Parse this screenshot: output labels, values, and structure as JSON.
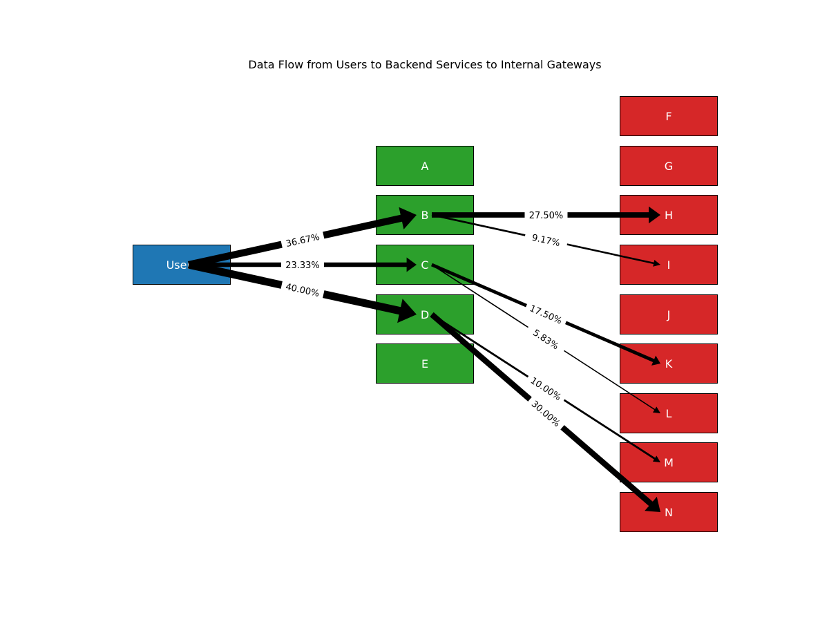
{
  "title": "Data Flow from Users to Backend Services to Internal Gateways",
  "colors": {
    "source": "#1f77b4",
    "service": "#2ca02c",
    "gateway": "#d62728",
    "edge": "#000000",
    "node_text": "#ffffff"
  },
  "nodes": [
    {
      "id": "Users",
      "label": "Users",
      "group": "source"
    },
    {
      "id": "A",
      "label": "A",
      "group": "service"
    },
    {
      "id": "B",
      "label": "B",
      "group": "service"
    },
    {
      "id": "C",
      "label": "C",
      "group": "service"
    },
    {
      "id": "D",
      "label": "D",
      "group": "service"
    },
    {
      "id": "E",
      "label": "E",
      "group": "service"
    },
    {
      "id": "F",
      "label": "F",
      "group": "gateway"
    },
    {
      "id": "G",
      "label": "G",
      "group": "gateway"
    },
    {
      "id": "H",
      "label": "H",
      "group": "gateway"
    },
    {
      "id": "I",
      "label": "I",
      "group": "gateway"
    },
    {
      "id": "J",
      "label": "J",
      "group": "gateway"
    },
    {
      "id": "K",
      "label": "K",
      "group": "gateway"
    },
    {
      "id": "L",
      "label": "L",
      "group": "gateway"
    },
    {
      "id": "M",
      "label": "M",
      "group": "gateway"
    },
    {
      "id": "N",
      "label": "N",
      "group": "gateway"
    }
  ],
  "edges": [
    {
      "from": "Users",
      "to": "B",
      "value": 36.67,
      "label": "36.67%"
    },
    {
      "from": "Users",
      "to": "C",
      "value": 23.33,
      "label": "23.33%"
    },
    {
      "from": "Users",
      "to": "D",
      "value": 40.0,
      "label": "40.00%"
    },
    {
      "from": "B",
      "to": "H",
      "value": 27.5,
      "label": "27.50%"
    },
    {
      "from": "B",
      "to": "I",
      "value": 9.17,
      "label": "9.17%"
    },
    {
      "from": "C",
      "to": "K",
      "value": 17.5,
      "label": "17.50%"
    },
    {
      "from": "C",
      "to": "L",
      "value": 5.83,
      "label": "5.83%"
    },
    {
      "from": "D",
      "to": "M",
      "value": 10.0,
      "label": "10.00%"
    },
    {
      "from": "D",
      "to": "N",
      "value": 30.0,
      "label": "30.00%"
    }
  ]
}
